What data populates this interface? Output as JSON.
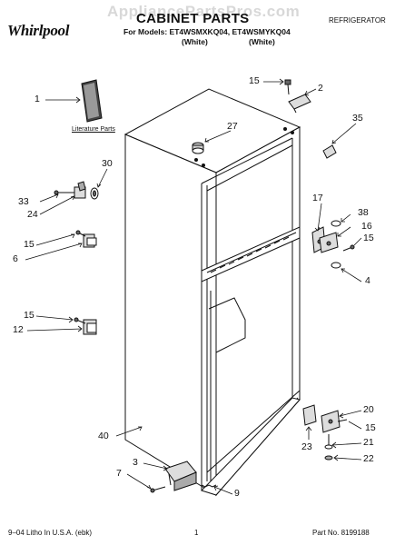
{
  "header": {
    "watermark": "AppliancePartsPros.com",
    "brand": "Whirlpool",
    "title": "CABINET PARTS",
    "models_line": "For Models: ET4WSMXKQ04, ET4WSMYKQ04",
    "color_1": "(White)",
    "color_2": "(White)",
    "appliance": "REFRIGERATOR"
  },
  "literature_label": "Literature Parts",
  "callouts": {
    "c1": "1",
    "c2": "2",
    "c3": "3",
    "c4": "4",
    "c6": "6",
    "c7": "7",
    "c9": "9",
    "c12": "12",
    "c15a": "15",
    "c15b": "15",
    "c15c": "15",
    "c15d": "15",
    "c15e": "15",
    "c16": "16",
    "c17": "17",
    "c20": "20",
    "c21": "21",
    "c22": "22",
    "c23": "23",
    "c24": "24",
    "c27": "27",
    "c30": "30",
    "c33": "33",
    "c35": "35",
    "c38": "38",
    "c40": "40"
  },
  "footer": {
    "left": "9–04 Litho In U.S.A. (ebk)",
    "page": "1",
    "part_no": "Part No. 8199188"
  },
  "colors": {
    "line": "#111111",
    "watermark": "#d8d8d8",
    "background": "#ffffff"
  }
}
